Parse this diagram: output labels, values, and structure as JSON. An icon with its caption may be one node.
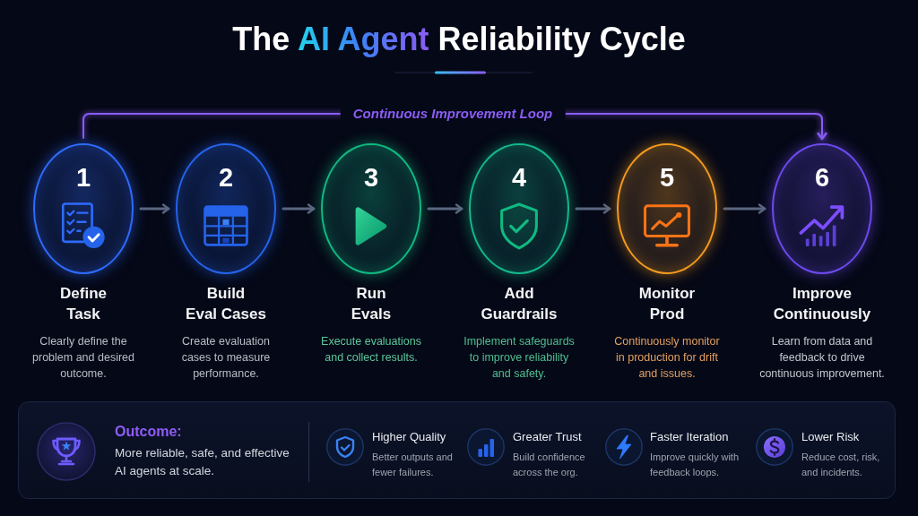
{
  "diagram": {
    "title": "The *AI Agent* Reliability Cycle",
    "nodes": [
      {
        "text": [
          "1",
          "Define Task",
          "Clearly define the problem and desired outcome."
        ]
      },
      {
        "text": [
          "2",
          "Build Eval Cases",
          "Create evaluation cases to measure performance."
        ]
      },
      {
        "text": [
          "3",
          "Run Evals",
          "Execute evaluations and collect results."
        ]
      },
      {
        "text": [
          "4",
          "Add Guardrails",
          "Implement safeguards to improve reliability and safety."
        ]
      },
      {
        "text": [
          "5",
          "Monitor Prod",
          "Continuously monitor in production for drift and issues."
        ]
      },
      {
        "text": [
          "6",
          "Improve Continuously",
          "Learn from data and feedback to drive continuous improvement."
        ]
      },
      {
        "text": [
          "Outcome:",
          "More reliable, safe, and effective AI agents at scale.",
          "Higher Quality",
          "Better outputs and fewer failures.",
          "Greater Trust",
          "Build confidence across the org.",
          "Faster Iteration",
          "Improve quickly with feedback loops.",
          "Lower Risk",
          "Reduce cost, risk, and incidents."
        ]
      }
    ],
    "edges": [
      {
        "from": 0,
        "to": 5,
        "arrow": "to",
        "label": "Continuous Improvement Loop",
        "color": "#8b5cf6"
      },
      {
        "from": 0,
        "to": 1,
        "arrow": "to"
      },
      {
        "from": 1,
        "to": 2,
        "arrow": "to"
      },
      {
        "from": 2,
        "to": 3,
        "arrow": "to"
      },
      {
        "from": 3,
        "to": 4,
        "arrow": "to"
      },
      {
        "from": 4,
        "to": 5,
        "arrow": "to"
      }
    ]
  }
}
